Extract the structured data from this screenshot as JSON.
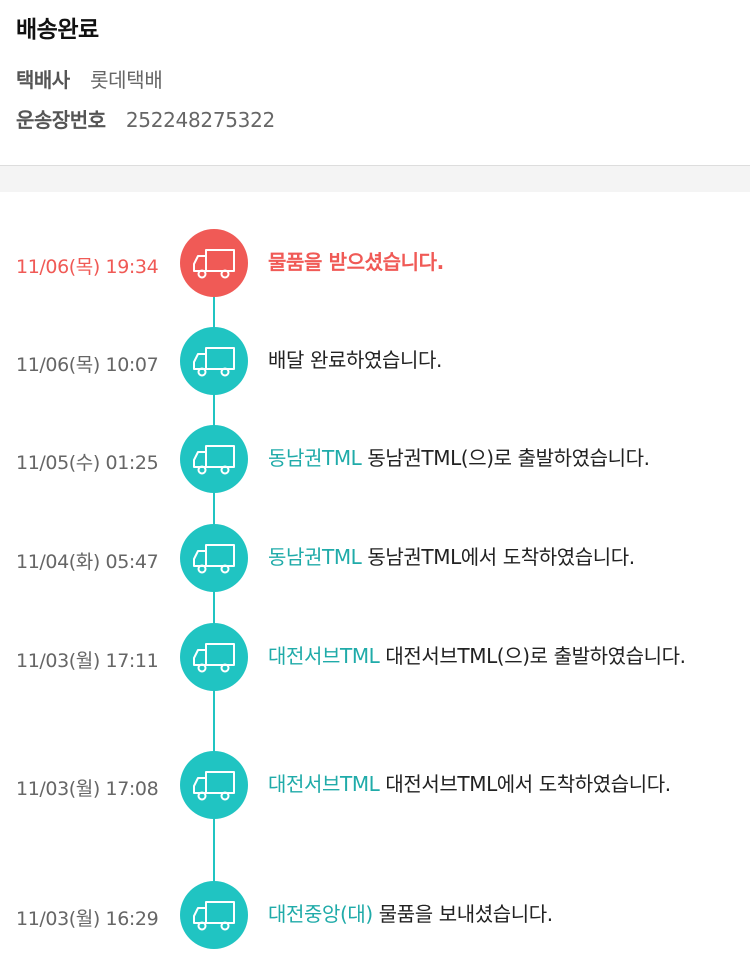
{
  "header": {
    "status_title": "배송완료",
    "carrier_label": "택배사",
    "carrier_value": "롯데택배",
    "tracking_label": "운송장번호",
    "tracking_value": "252248275322"
  },
  "colors": {
    "accent_teal": "#20c4c2",
    "location_teal": "#20aba9",
    "current_red": "#f05a56"
  },
  "icon": "delivery-truck-icon",
  "events": [
    {
      "time": "11/06(목) 19:34",
      "location": "",
      "message": "물품을 받으셨습니다.",
      "current": true
    },
    {
      "time": "11/06(목) 10:07",
      "location": "",
      "message": "배달 완료하였습니다.",
      "current": false
    },
    {
      "time": "11/05(수) 01:25",
      "location": "동남권TML",
      "message": "동남권TML(으)로 출발하였습니다.",
      "current": false
    },
    {
      "time": "11/04(화) 05:47",
      "location": "동남권TML",
      "message": "동남권TML에서 도착하였습니다.",
      "current": false
    },
    {
      "time": "11/03(월) 17:11",
      "location": "대전서브TML",
      "message": "대전서브TML(으)로 출발하였습니다.",
      "current": false
    },
    {
      "time": "11/03(월) 17:08",
      "location": "대전서브TML",
      "message": "대전서브TML에서 도착하였습니다.",
      "current": false
    },
    {
      "time": "11/03(월) 16:29",
      "location": "대전중앙(대)",
      "message": "물품을 보내셨습니다.",
      "current": false
    }
  ]
}
